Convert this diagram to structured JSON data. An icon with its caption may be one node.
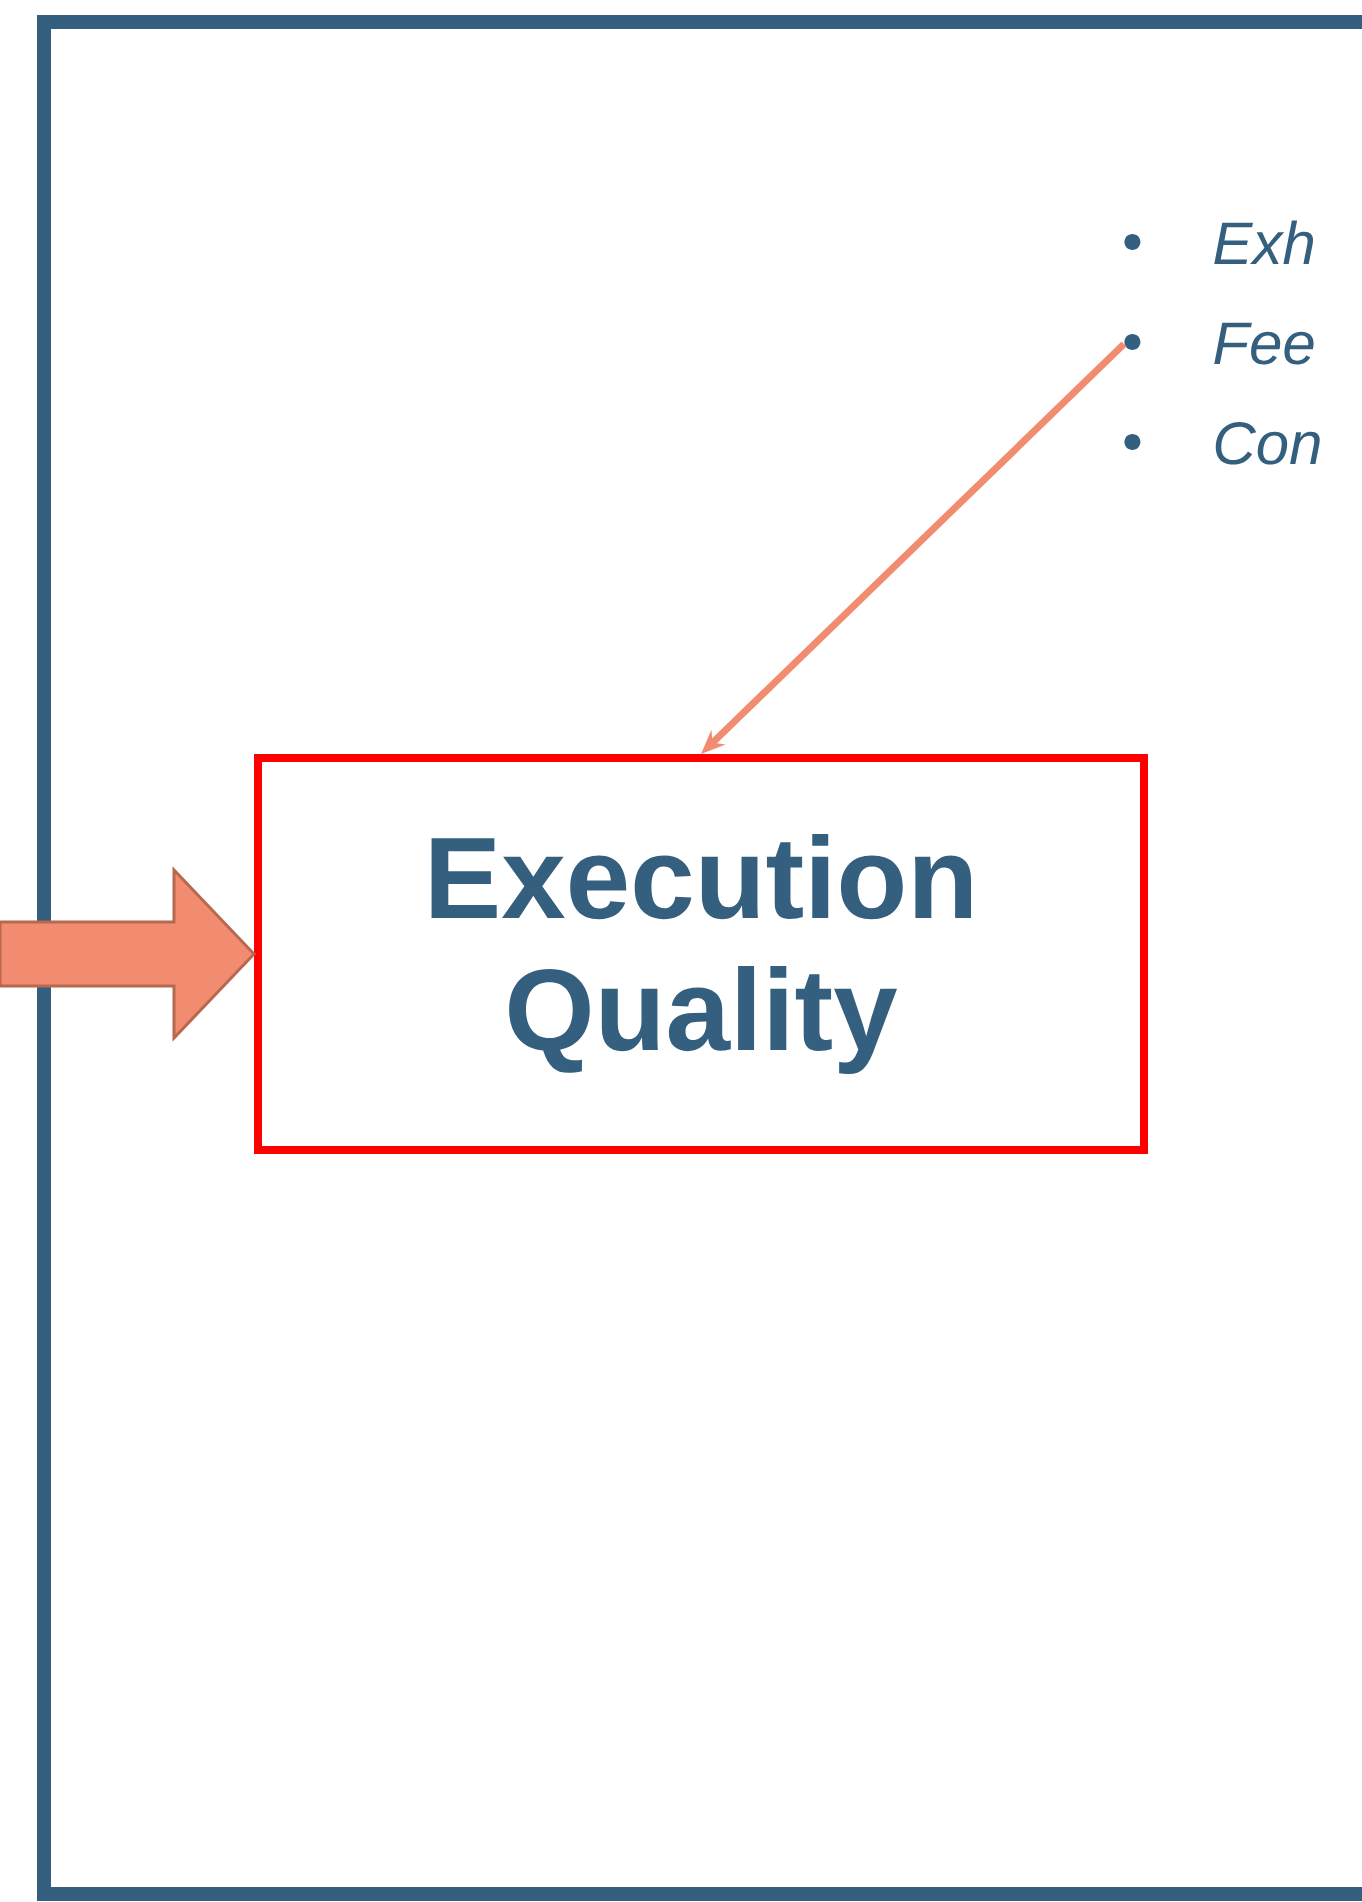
{
  "diagram": {
    "nodes": [
      {
        "text": [
          "Exh",
          "Fee",
          "Con"
        ]
      },
      {
        "text": [
          "Execution Quality"
        ]
      }
    ],
    "edges": [
      {
        "from": 0,
        "to": 1,
        "arrow": "to"
      },
      {
        "from": null,
        "to": 1,
        "arrow": "to",
        "style": "thick"
      }
    ]
  }
}
